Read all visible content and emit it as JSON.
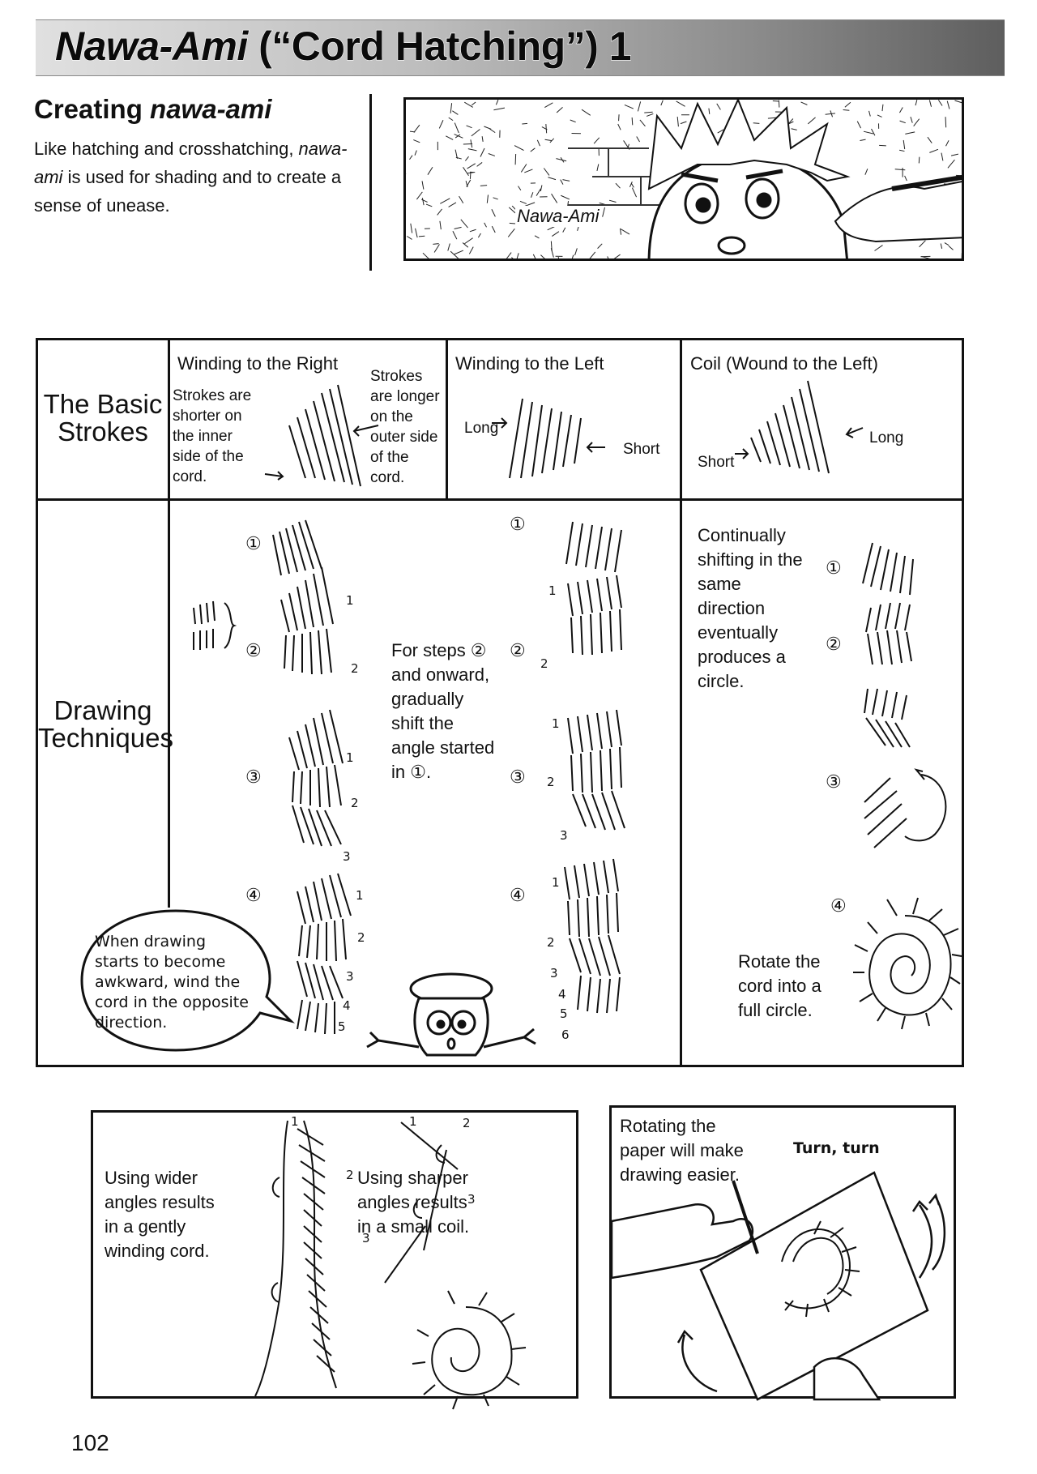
{
  "header": {
    "title_italic": "Nawa-Ami",
    "title_rest": " (“Cord Hatching”) 1"
  },
  "intro": {
    "heading_plain": "Creating ",
    "heading_italic": "nawa-ami",
    "body_part1": "Like hatching and crosshatching, ",
    "body_italic": "nawa-ami",
    "body_part2": " is used for shading and to create a sense of unease."
  },
  "manga": {
    "label": "Nawa-Ami"
  },
  "table": {
    "row_basic": "The Basic Strokes",
    "row_drawing": "Drawing Techniques",
    "col_right": {
      "title": "Winding to the Right",
      "note_inner": "Strokes are shorter on the inner side of the cord.",
      "note_outer": "Strokes are longer on the outer side of the cord."
    },
    "col_left": {
      "title": "Winding to the Left",
      "long": "Long",
      "short": "Short"
    },
    "col_coil": {
      "title": "Coil (Wound to the Left)",
      "short": "Short",
      "long": "Long"
    },
    "steps": [
      "①",
      "②",
      "③",
      "④"
    ],
    "step_numbers": [
      "1",
      "2",
      "3",
      "4",
      "5",
      "6"
    ],
    "shift_note": "For steps ② and onward, gradually shift the angle started in ①.",
    "coil_note": "Continually shifting in the same direction eventually produces a circle.",
    "rotate_note": "Rotate the cord into a full circle.",
    "bubble": "When drawing starts to become awkward, wind the cord in the opposite direction."
  },
  "bottom_left": {
    "wide_note": "Using wider angles results in a gently winding cord.",
    "sharp_note": "Using sharper angles results in a small coil."
  },
  "bottom_right": {
    "rotate_paper": "Rotating the paper will make drawing easier.",
    "turn": "Turn, turn"
  },
  "page_number": "102"
}
